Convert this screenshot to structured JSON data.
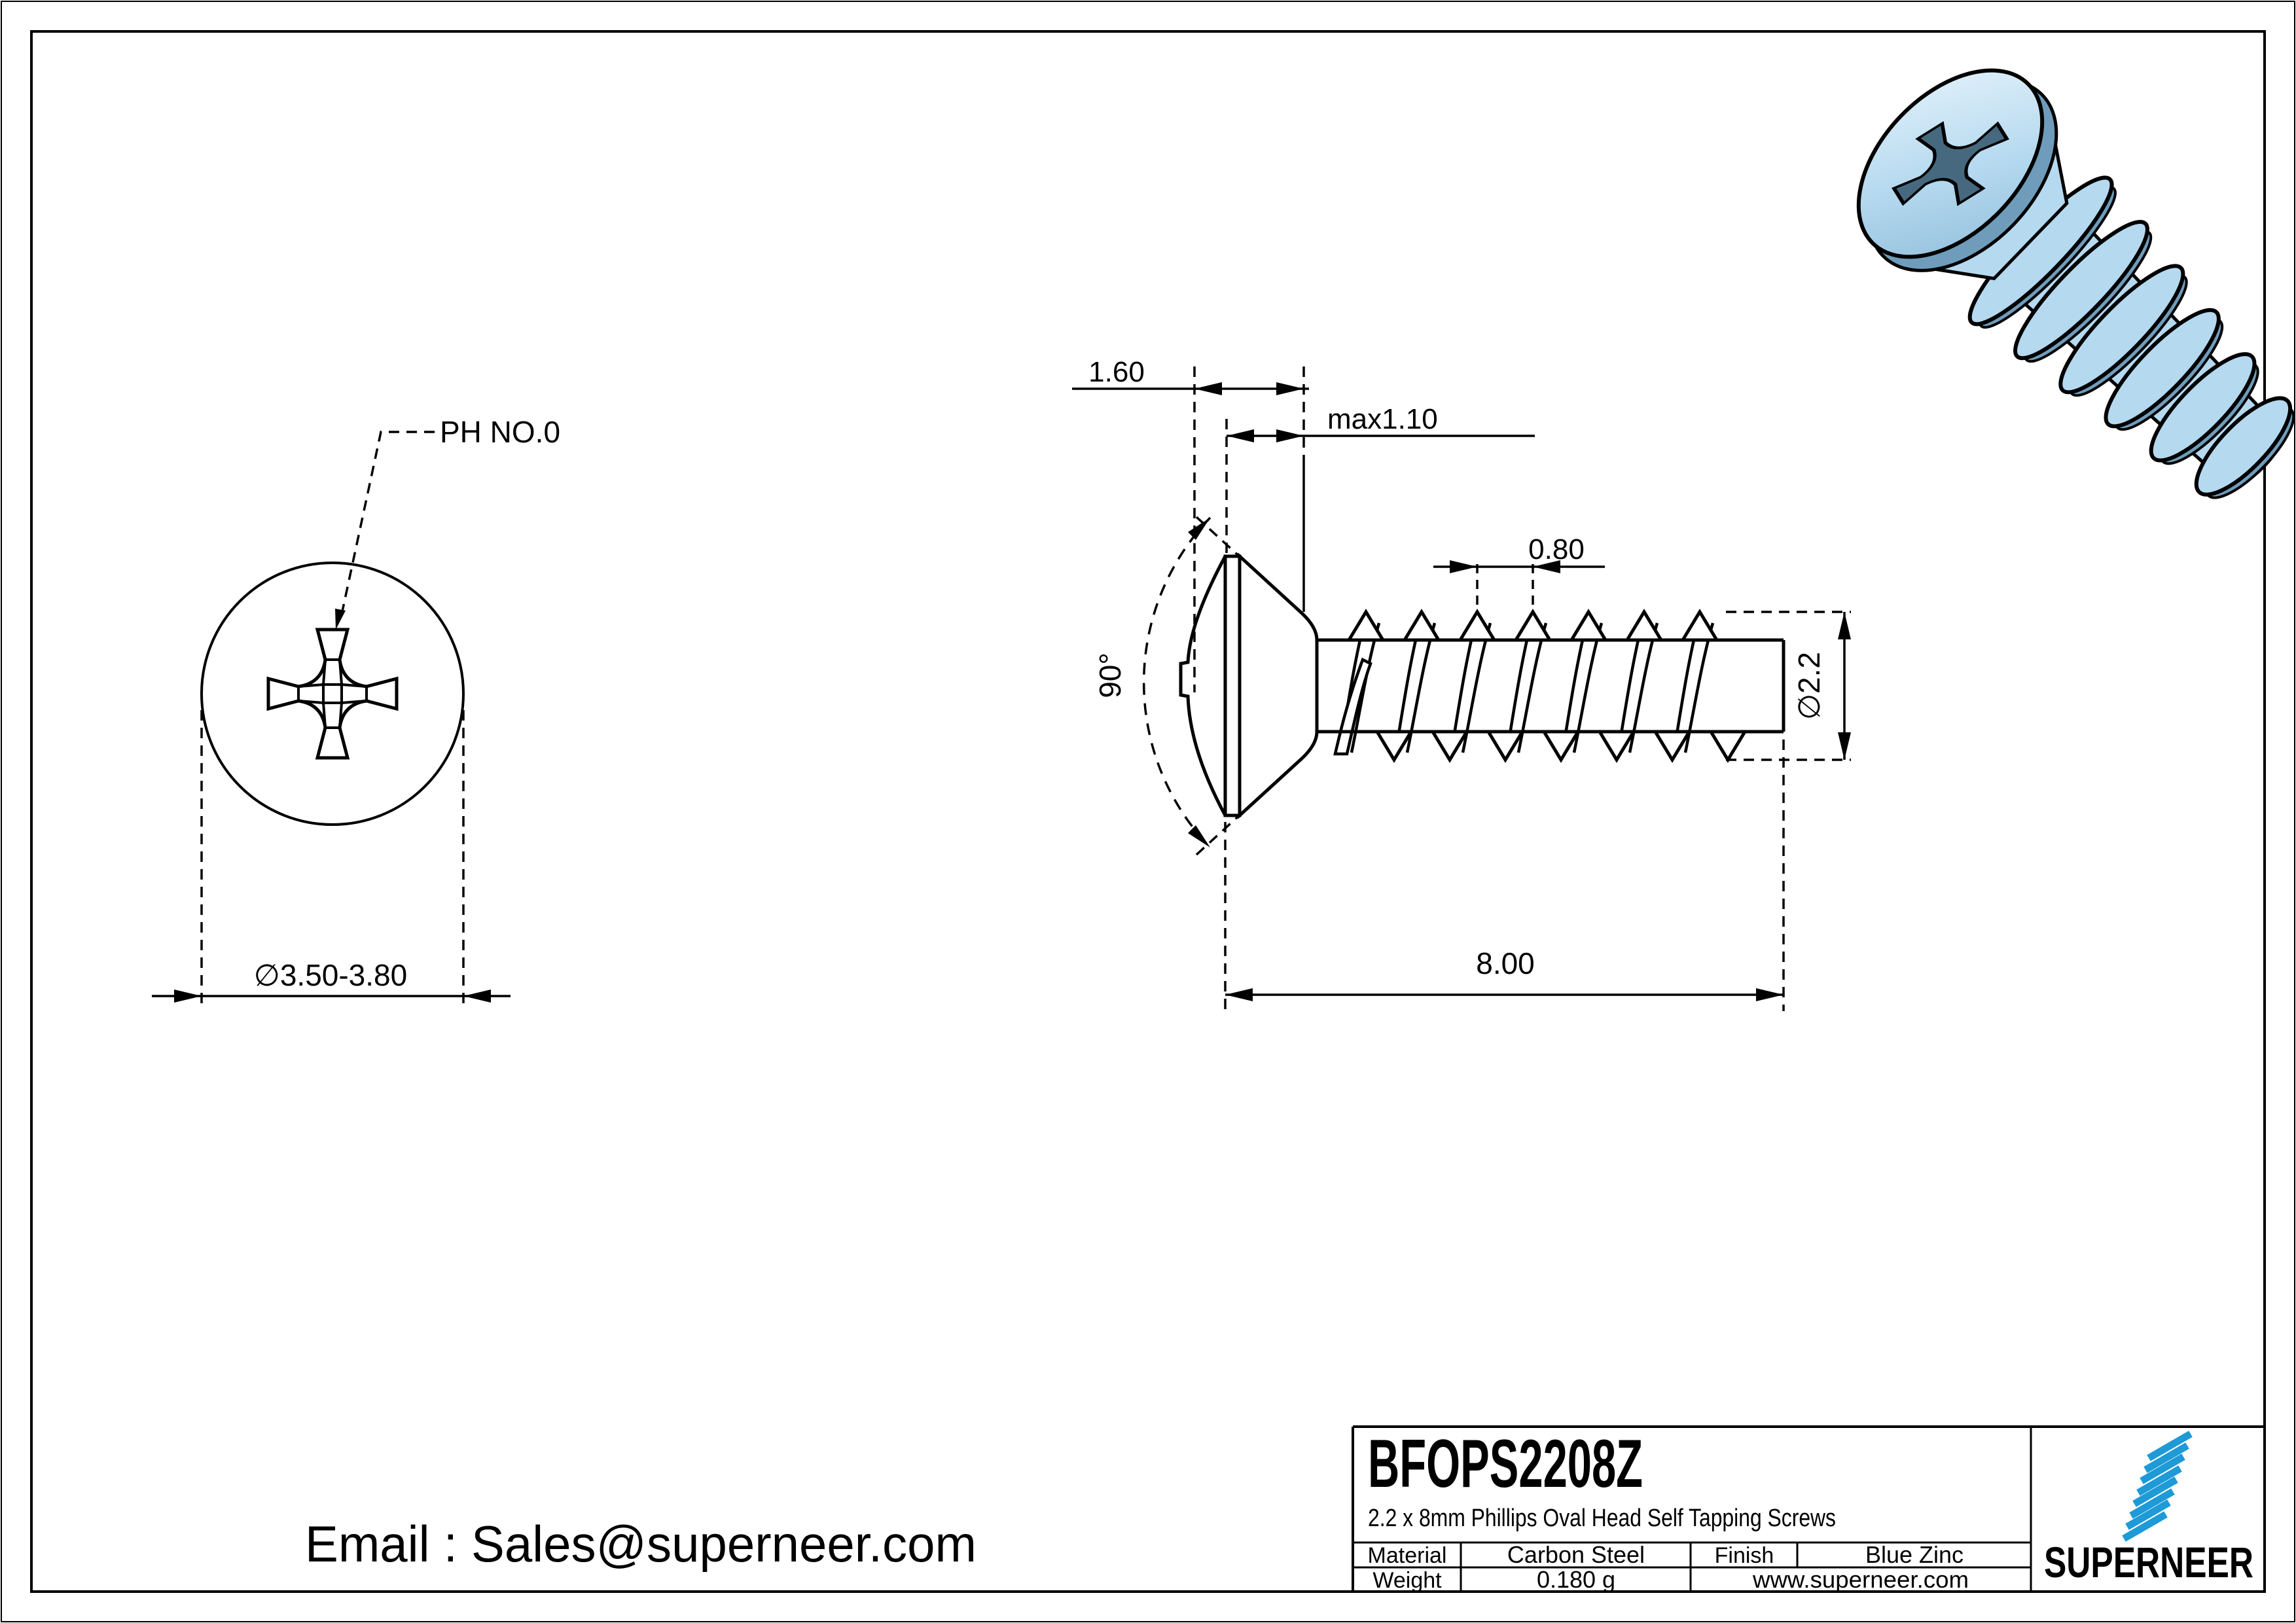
{
  "sheet": {
    "email": "Email : Sales@superneer.com"
  },
  "front_view": {
    "recess_label": "PH NO.0",
    "head_diameter": "∅3.50-3.80"
  },
  "side_view": {
    "head_height": "1.60",
    "dome_height": "max1.10",
    "thread_pitch": "0.80",
    "head_angle": "90°",
    "thread_diameter": "∅2.2",
    "screw_length": "8.00"
  },
  "title_block": {
    "part_number": "BFOPS2208Z",
    "description": "2.2 x 8mm Phillips Oval Head Self Tapping Screws",
    "material_label": "Material",
    "material_value": "Carbon Steel",
    "finish_label": "Finish",
    "finish_value": "Blue Zinc",
    "weight_label": "Weight",
    "weight_value": "0.180 g",
    "website": "www.superneer.com",
    "brand": "SUPERNEER"
  },
  "colors": {
    "line": "#000000",
    "brand_blue": "#1E9AD6",
    "link_blue": "#1E9AD6",
    "screw_body": "#B5D9EF",
    "screw_shade": "#6F9CBA",
    "screw_dark": "#47697F"
  }
}
